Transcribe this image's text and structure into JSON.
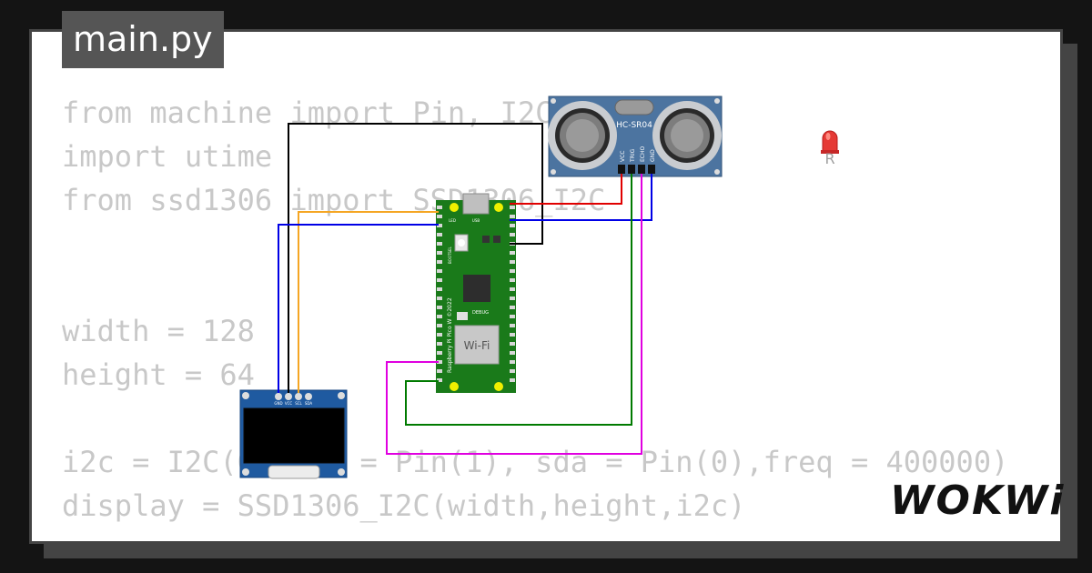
{
  "tab": {
    "filename": "main.py"
  },
  "code": {
    "lines": [
      "from machine import Pin, I2C",
      "import utime",
      "from ssd1306 import SSD1306_I2C",
      "",
      "",
      "width = 128",
      "height = 64",
      "",
      "i2c = I2C(0, scl = Pin(1), sda = Pin(0),freq = 400000)",
      "display = SSD1306_I2C(width,height,i2c)"
    ]
  },
  "components": {
    "sensor": {
      "model": "HC-SR04",
      "pins": [
        "VCC",
        "TRIG",
        "ECHO",
        "GND"
      ]
    },
    "pico": {
      "led_label": "LED",
      "usb_label": "USB",
      "bootsel_label": "BOOTSEL",
      "debug_label": "DEBUG",
      "wifi_label": "Wi-Fi",
      "board_label": "Raspberry Pi Pico W ©2022"
    },
    "oled": {
      "pins": [
        "GND",
        "VCC",
        "SCL",
        "SDA"
      ]
    },
    "led": {
      "label": "R",
      "color": "#e53935"
    }
  },
  "wire_colors": {
    "black": "#000000",
    "orange": "#f5a623",
    "blue": "#0000e6",
    "red": "#e00000",
    "green": "#007a00",
    "magenta": "#e000e0"
  },
  "branding": {
    "logo": "WOKWi"
  }
}
